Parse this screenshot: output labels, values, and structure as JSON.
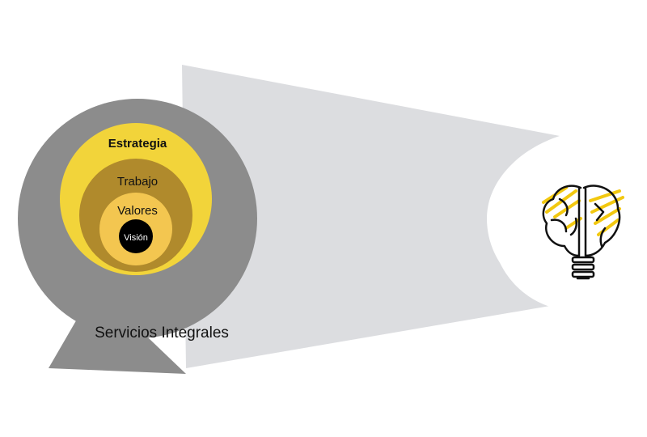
{
  "diagram": {
    "outer_label": "Servicios Integrales",
    "rings": [
      {
        "id": "estrategia",
        "label": "Estrategia"
      },
      {
        "id": "trabajo",
        "label": "Trabajo"
      },
      {
        "id": "valores",
        "label": "Valores"
      },
      {
        "id": "vision",
        "label": "Visión"
      }
    ],
    "icon": "brain-lightbulb-icon"
  },
  "colors": {
    "outer_circle": "#8c8c8c",
    "beam": "#dcdde0",
    "ring_estrategia": "#f2d43a",
    "ring_trabajo": "#b08a2c",
    "ring_valores": "#f3c650",
    "core_vision": "#000000",
    "icon_accent": "#f2c80f",
    "icon_outline": "#111111"
  }
}
